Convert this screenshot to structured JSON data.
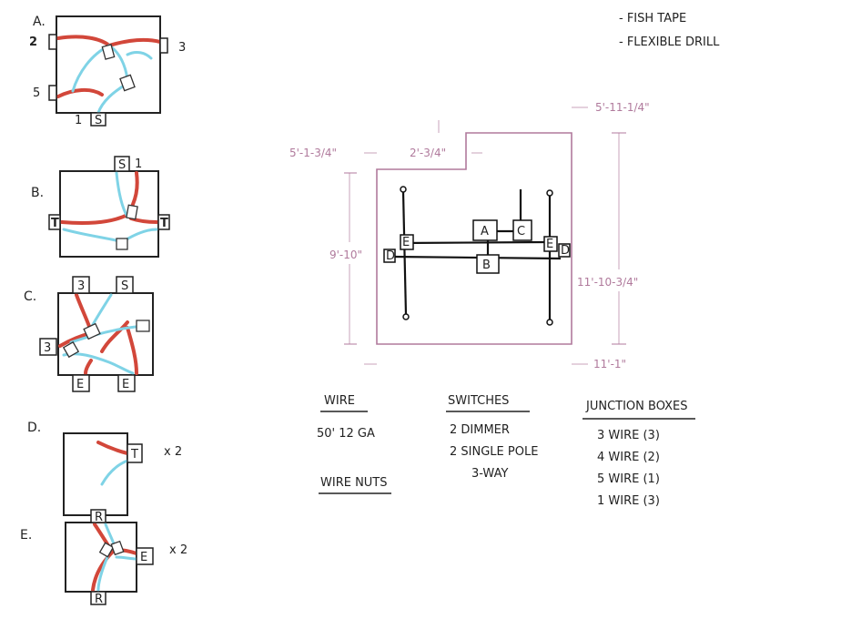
{
  "notes": [
    "- FISH TAPE",
    "- FLEXIBLE DRILL"
  ],
  "boxes": {
    "a": {
      "label": "A.",
      "tag_left_top": "2",
      "tag_right": "3",
      "tag_left_bottom": "5",
      "tag_bottom_num": "1",
      "tag_bottom": "S"
    },
    "b": {
      "label": "B.",
      "tag_top": "S",
      "tag_top_num": "1",
      "tag_left": "T",
      "tag_right": "T"
    },
    "c": {
      "label": "C.",
      "tag_top_left": "3",
      "tag_top_right": "S",
      "tag_left": "3",
      "tag_bottom_left": "E",
      "tag_bottom_right": "E"
    },
    "d": {
      "label": "D.",
      "tag_right": "T",
      "multiplier": "x 2"
    },
    "e": {
      "label": "E.",
      "tag_top": "R",
      "tag_right": "E",
      "tag_bottom": "R",
      "multiplier": "x 2"
    }
  },
  "floorplan": {
    "dims": {
      "top_right": "5'-11-1/4\"",
      "top_left": "5'-1-3/4\"",
      "notch": "2'-3/4\"",
      "left_height": "9'-10\"",
      "right_height": "11'-10-3/4\"",
      "bottom": "11'-1\""
    },
    "blocks": {
      "a": "A",
      "b": "B",
      "c": "C",
      "e_left": "E",
      "e_right": "E",
      "d_left": "D",
      "d_right": "D"
    }
  },
  "lists": {
    "wire_heading": "WIRE",
    "wire_item": "50' 12 GA",
    "wire_nuts_heading": "WIRE NUTS",
    "switches_heading": "SWITCHES",
    "switches_items": [
      "2 DIMMER",
      "2 SINGLE POLE",
      "3-WAY"
    ],
    "junction_heading": "JUNCTION BOXES",
    "junction_items": [
      "3 WIRE (3)",
      "4 WIRE (2)",
      "5 WIRE (1)",
      "1 WIRE (3)"
    ]
  },
  "colors": {
    "hot_wire": "#d2473a",
    "neutral_wire": "#7fd3e6",
    "dimension": "#b07a9c"
  }
}
